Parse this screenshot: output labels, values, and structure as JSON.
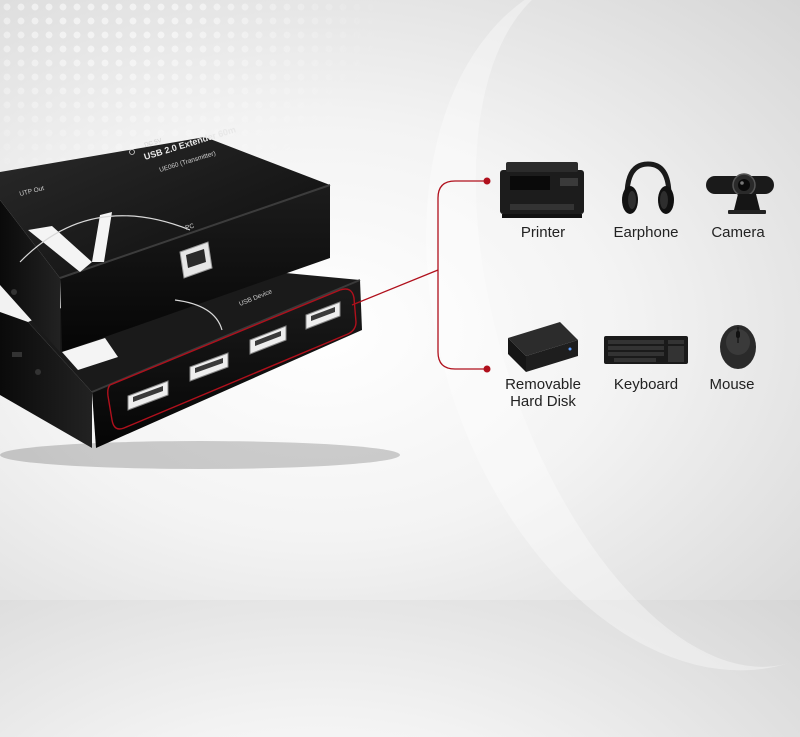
{
  "colors": {
    "connector": "#b0101c",
    "device": "#141414"
  },
  "extender": {
    "title": "USB 2.0 Extender 60m",
    "model": "UE060 (Transmitter)",
    "pc_label": "PC",
    "dc_label": "DC 5V",
    "utp_label": "UTP Out",
    "usb_device_label": "USB Device"
  },
  "peripherals": [
    {
      "name": "Printer",
      "icon": "printer-icon"
    },
    {
      "name": "Earphone",
      "icon": "headphones-icon"
    },
    {
      "name": "Camera",
      "icon": "webcam-icon"
    },
    {
      "name": "Removable Hard Disk",
      "lines": [
        "Removable",
        "Hard Disk"
      ],
      "icon": "hard-disk-icon"
    },
    {
      "name": "Keyboard",
      "icon": "keyboard-icon"
    },
    {
      "name": "Mouse",
      "icon": "mouse-icon"
    }
  ]
}
